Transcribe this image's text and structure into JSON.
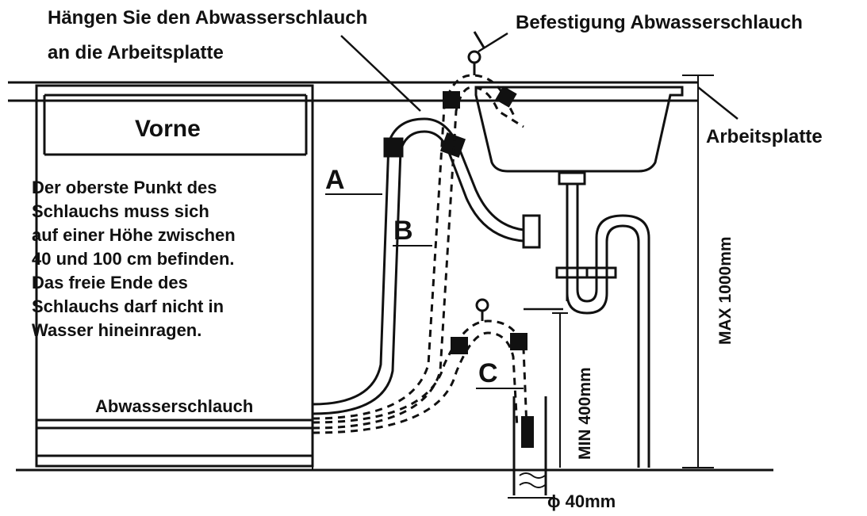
{
  "labels": {
    "hang_hose_line1": "Hängen Sie den Abwasserschlauch",
    "hang_hose_line2": "an die Arbeitsplatte",
    "fixing_hose": "Befestigung Abwasserschlauch",
    "front": "Vorne",
    "worktop": "Arbeitsplatte",
    "instruction_lines": [
      "Der oberste Punkt des",
      "Schlauchs muss sich",
      "auf einer Höhe zwischen",
      "40 und 100 cm befinden.",
      "Das freie Ende des",
      "Schlauchs darf nicht in",
      "Wasser hineinragen."
    ],
    "drain_hose": "Abwasserschlauch",
    "option_a": "A",
    "option_b": "B",
    "option_c": "C",
    "max_height": "MAX 1000mm",
    "min_height": "MIN 400mm",
    "diameter": "ϕ 40mm"
  }
}
